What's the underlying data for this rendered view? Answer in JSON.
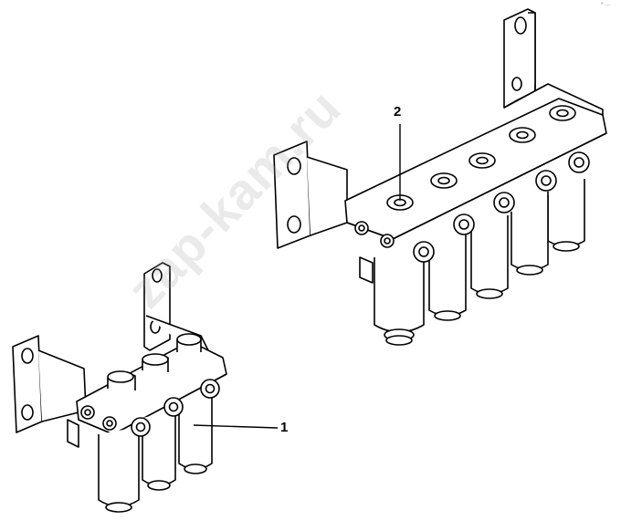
{
  "diagram": {
    "callouts": [
      {
        "id": "1",
        "label": "1"
      },
      {
        "id": "2",
        "label": "2"
      }
    ],
    "watermark": "zap-kam.ru",
    "corner_mark": "° ···",
    "colors": {
      "line": "#000000",
      "background": "#ffffff",
      "watermark": "#a0a0a0"
    }
  }
}
